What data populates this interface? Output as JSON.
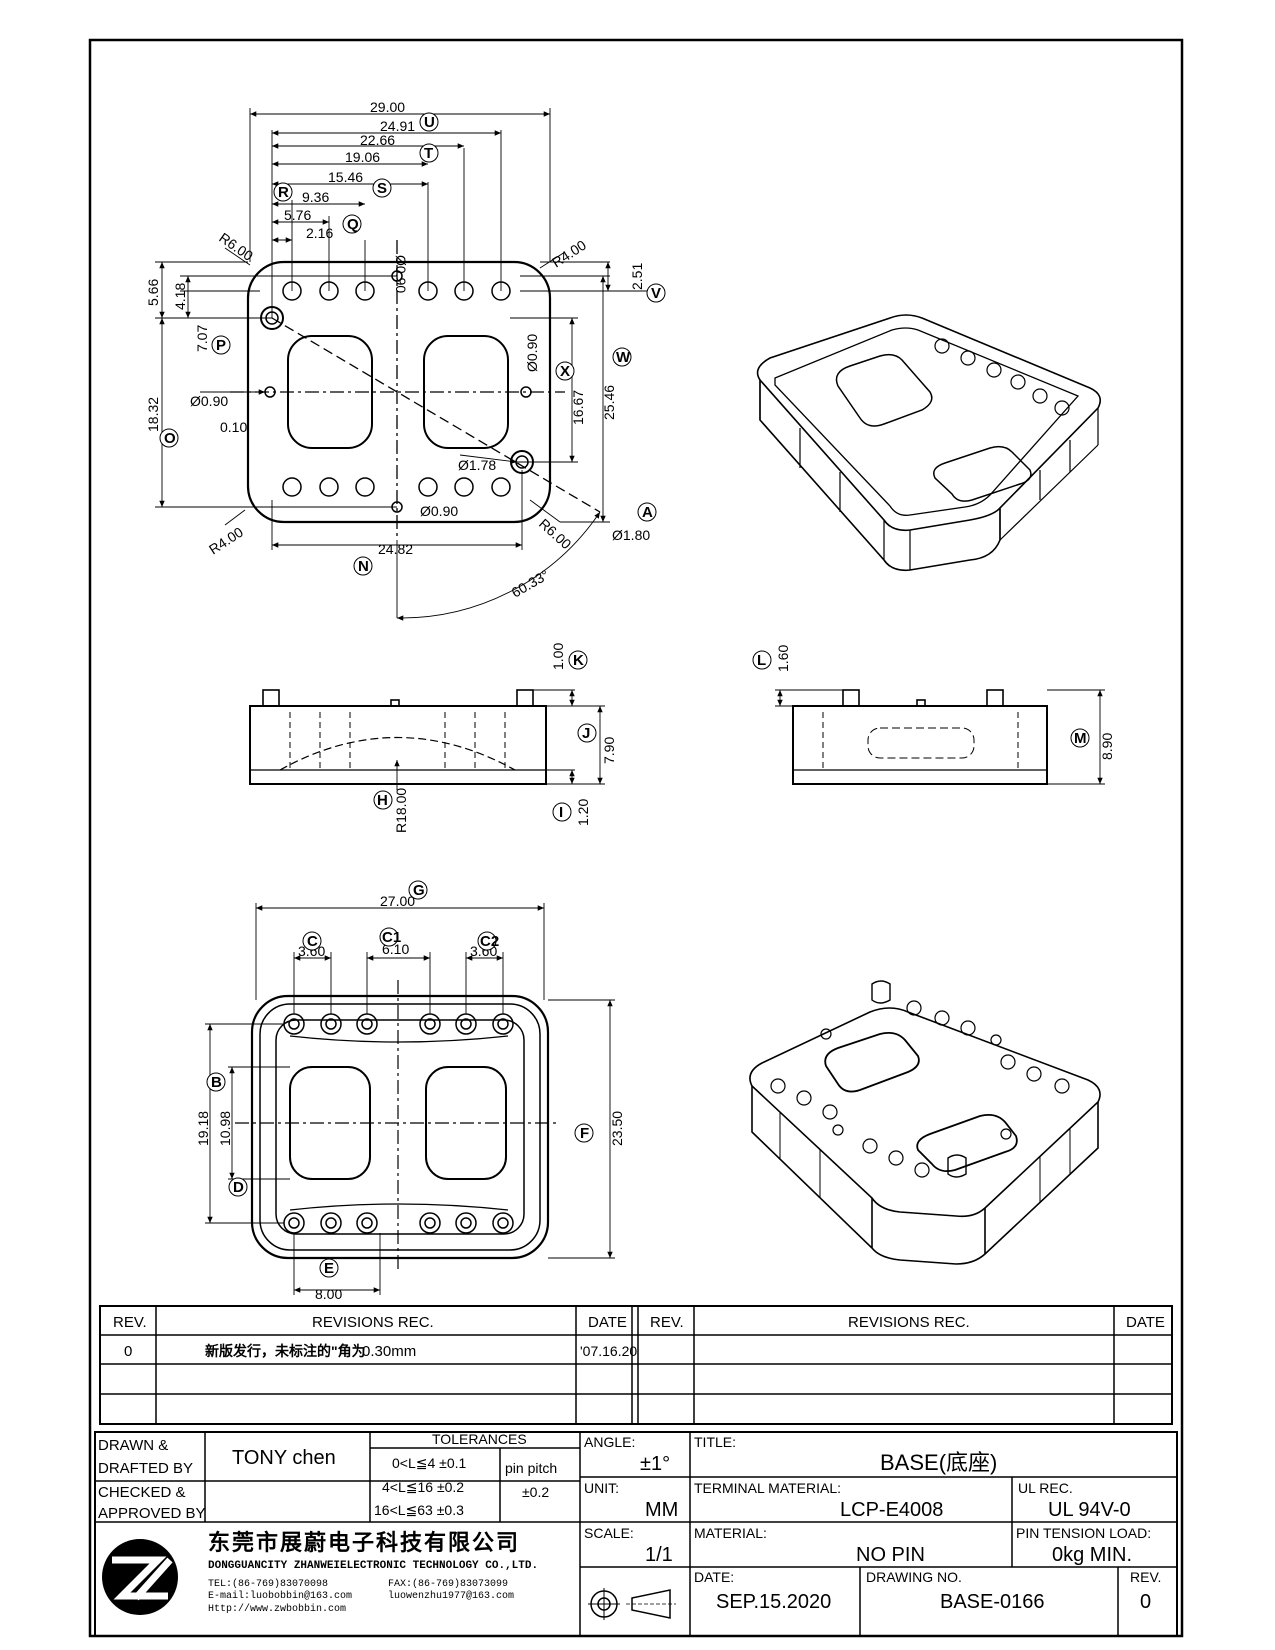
{
  "top_view": {
    "dims": [
      "29.00",
      "24.91",
      "22.66",
      "19.06",
      "15.46",
      "9.36",
      "5.76",
      "2.16",
      "Ø0.90",
      "R6.00",
      "R4.00",
      "2.51",
      "5.66",
      "4.18",
      "7.07",
      "18.32",
      "Ø0.90",
      "0.10",
      "Ø0.90",
      "16.67",
      "25.46",
      "Ø1.78",
      "Ø0.90",
      "R4.00",
      "R6.00",
      "Ø1.80",
      "24.82",
      "60.33°"
    ],
    "labels": [
      "U",
      "T",
      "S",
      "R",
      "Q",
      "V",
      "P",
      "W",
      "X",
      "O",
      "A",
      "N"
    ]
  },
  "side_view_1": {
    "dims": [
      "1.00",
      "7.90",
      "R18.00",
      "1.20"
    ],
    "labels": [
      "K",
      "J",
      "H",
      "I"
    ]
  },
  "side_view_2": {
    "dims": [
      "1.60",
      "8.90"
    ],
    "labels": [
      "L",
      "M"
    ]
  },
  "bottom_view": {
    "dims": [
      "27.00",
      "3.60",
      "6.10",
      "3.60",
      "19.18",
      "10.98",
      "23.50",
      "8.00"
    ],
    "labels": [
      "G",
      "C",
      "C1",
      "C2",
      "B",
      "D",
      "F",
      "E"
    ]
  },
  "revisions": {
    "headers": [
      "REV.",
      "REVISIONS REC.",
      "DATE",
      "REV.",
      "REVISIONS REC.",
      "DATE"
    ],
    "row": {
      "rev": "0",
      "text_cn": "新版发行，未标注的\"角为",
      "text": "0.30mm",
      "date": "'07.16.20"
    }
  },
  "title_block": {
    "drawn_label_1": "DRAWN &",
    "drawn_label_2": "DRAFTED BY",
    "drawn_by": "TONY chen",
    "checked_label_1": "CHECKED &",
    "checked_label_2": "APPROVED BY",
    "tolerances_label": "TOLERANCES",
    "tol_1": "0<L≦4   ±0.1",
    "tol_2": "4<L≦16  ±0.2",
    "tol_3": "16<L≦63  ±0.3",
    "pin_pitch": "pin pitch",
    "pin_pitch_tol": "±0.2",
    "angle_label": "ANGLE:",
    "angle": "±1°",
    "unit_label": "UNIT:",
    "unit": "MM",
    "scale_label": "SCALE:",
    "scale": "1/1",
    "title_label": "TITLE:",
    "title": "BASE(底座)",
    "terminal_label": "TERMINAL MATERIAL:",
    "terminal": "LCP-E4008",
    "ul_label": "UL REC.",
    "ul": "UL 94V-0",
    "material_label": "MATERIAL:",
    "material": "NO PIN",
    "pin_tension_label": "PIN TENSION LOAD:",
    "pin_tension": "0kg MIN.",
    "date_label": "DATE:",
    "date": "SEP.15.2020",
    "drawing_no_label": "DRAWING NO.",
    "drawing_no": "BASE-0166",
    "rev_label": "REV.",
    "rev": "0"
  },
  "company": {
    "name_cn": "东莞市展蔚电子科技有限公司",
    "name_en": "DONGGUANCITY ZHANWEIELECTRONIC TECHNOLOGY CO.,LTD.",
    "tel": "TEL:(86-769)83070098",
    "fax": "FAX:(86-769)83073099",
    "email": "E-mail:luobobbin@163.com",
    "email2": "luowenzhu1977@163.com",
    "web": "Http://www.zwbobbin.com"
  }
}
